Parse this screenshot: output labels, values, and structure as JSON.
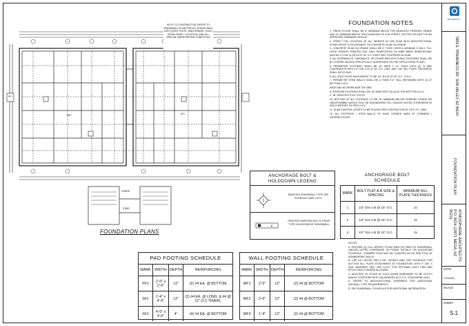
{
  "contractor_note": "NOTE TO CONTRACTOR: REFER TO SHEARWALL PLAN FOR ALL SHEAR WALL INFO (SOLE PLATE, ANCHORAGE, HOLD DOWN SIZES / LOCATION, AND ALL SPECIAL REINFORCING CONDITION)",
  "plan": {
    "title": "FOUNDATION PLANS",
    "labels": {
      "stairs": "STAIRS",
      "stair": "STAIR",
      "pf": "PF1",
      "wf": "WF1",
      "sf": "SF1"
    }
  },
  "foundation_notes": {
    "title": "FOUNDATION NOTES",
    "items": [
      "1. FINISH FLOOR SHALL BE 8\" MINIMUM ABOVE THE ADJACENT FINISHED GRADE AND 14\" MINIMUM ABOVE THE ELEVATION OF THE STREET, GUTTER OR INLET OF AN APPROVED DRAINAGE DEVICE.",
      "2. VERIFY THE LOCATION OF ALL INSERTS IN THE SLAB WITH ARCHITECTURAL PLANS PRIOR TO PLACEMENT OF CONCRETE SLAB ON GRADE.",
      "3. CONCRETE SLAB ON GRADE SHALL BE 4\" THICK OVER A MINIMUM 4\" AB.C. FILL OVER TERMITE-TREATED SOIL UNO. REINFORCED W/ WIRE MESH REINFORCING (6X6 W1.4 X W1.4) OR #3 AT 18\" O.C. EACH WAY CENTERED IN SLAB.",
      "4. ALL INTERWALLS, SIDEWALKS, OR OTHER ARCHITECTURAL FEATURES SHALL BE BY OTHERS UNLESS SPECIFICALLY ADDRESSED ON THE STRUCTURAL PLANS.",
      "5. PERIMETER FOOTINGS SHALL BE 24\" WIDE X 12\" THICK WITH (2) *4 BAR CONTINUOUS WITH 1/2\" DIA. A.B. AT 32\" O.C. UNO. MIN. THE SILL PLATE THICKNESS SHALL BE 2X UNO.",
      "6. ALL SOLE PLATE ANCHORAGE TO BE 1/2\" Ø A.B. AT 32\" O.C. U.N.O.",
      "7. PERIMETER STEM WALLS SHALL BE & THAN 2'-0\" TALL (RETAINING WITH (1) #* BOTTOM U.N.O.",
      "WIDE AND NO MORE BAR TOP AND",
      "8. INTERIOR FOOTINGS SHALL BE 16\" WIDE WITH (2) #4 AT THE BOTTOM U.N.O.",
      "9. \"⊠\" DENOTES 6\"X6\" POSTS.",
      "10. BOTTOM OF ALL FOOTINGS TO BE 18\" MINIMUM BELOW FINISHED GRADE ON UNDISTURBED NATIVE SOIL OR ENGINEERED FILL UNLESS NOTED OTHERWISE IN SOILS REPORT. AS PER U.S.N.",
      "11. SLAB CONTROL JOINTS TO BE PLACED PER CONTRACTOR AT 15-0\" O.C. MAX.",
      "12. ALL FOOTINGS / STEM WALLS TO HAVE CORNER BARS AT CORNERS / INTERSECTIONS."
    ]
  },
  "legend": {
    "title_line1": "ANCHORAGE BOLT &",
    "title_line2": "HOLDDOWN LEGENG",
    "rows": [
      {
        "symbol": "1",
        "text": "DENOTES SHEARWALL TYPE SEE SCHEDULE AND G.S.N."
      },
      {
        "symbol": "B",
        "text": "DENOTES SIMPSON BOLT & STRAP TYPE HOLDDOWN AT SHEARWALL"
      }
    ]
  },
  "anchor_schedule": {
    "title_line1": "ANCHORAGE BOLT",
    "title_line2": "SCHEDULE",
    "headers": [
      "MARK",
      "BOLT PLAT A.B SIZE & SPACING",
      "MINIMUM SILL PLATE THICKNESS"
    ],
    "rows": [
      {
        "mark": "1",
        "bolt": "1/2\" DIA A.B @ 16\" O.C.",
        "sill": "2x"
      },
      {
        "mark": "2",
        "bolt": "1/2\" DIA A.B @ 24\" O.C.",
        "sill": "2x"
      },
      {
        "mark": "3",
        "bolt": "1/2\" DIA A.B @ 32\" O.C.",
        "sill": "2x"
      }
    ],
    "notes": [
      "NOTES:",
      "A. PROVIDE (2) FULL-HEIGHT STUDS (MIN.) AT ENDS OF SHEARWALL UNLESS NOTED OTHERWISE ON PLANS, DETAILS, OR HOLDDOWN SCHEDULE. TRIMMER STUD MAY BE COUNTED AS AN END STUD AT NONBEARING WALLS.",
      "B. USE A.B. NOTED PER G.SN., DETAILS AND THIS SCHEDULE FOR BOTTOM SILL PLATE ATTACHMENT AT FOUNDATION. WITH 2\" DIA. X 3/16\" WASHERS UNO. SEE G.S.N. FOR OPTIONAL SHOT PINS AND EPOXY BOLTS WHERE ALLOWED.",
      "C. MULTIPLE 2X STUDS AT HOLD DOWN HARDWARE TO BE STITCH NAILED TOGETHER WITH 16d SINKERS AT 6\" O.C. STAGGERED UNO.",
      "D. REFER TO ARCHITECTURAL DRAWINGS FOR ADDITIONAL DRYWALL-TYPE REQUIREMENTS.",
      "E. SEE SHEARWALL SCHEDULE FOR ADDITIONAL INFORMATION."
    ]
  },
  "pad_schedule": {
    "title": "PAD FOOTING SCHEDULE",
    "headers": [
      "MARK",
      "WIDTH",
      "DEPTH",
      "REINFORCING"
    ],
    "rows": [
      {
        "mark": "PF1",
        "width": "2'-0\" x 2'-0\"",
        "depth": "12\"",
        "reinf": "(2) #4 EA. @ BOTTOM"
      },
      {
        "mark": "SF1",
        "width": "1'-4\" x 4'-0\"",
        "depth": "12\"",
        "reinf": "(2) #4 EA. @ LONG. & #4 @ 12\" O.C TRANS."
      },
      {
        "mark": "SF1",
        "width": "4'-0\" x 4'-0\"",
        "depth": "4\"",
        "reinf": "(4) #4 EA. @ BOTTOM"
      }
    ]
  },
  "wall_schedule": {
    "title": "WALL FOOTING SCHEDULE",
    "headers": [
      "MARK",
      "WIDTH",
      "DEPTH",
      "REINFORCING"
    ],
    "rows": [
      {
        "mark": "WF1",
        "width": "2'-0\"",
        "depth": "12\"",
        "reinf": "(2) #4 @ BOTTOM"
      },
      {
        "mark": "WF2",
        "width": "2'-0\"",
        "depth": "12\"",
        "reinf": "(2) #4 @ BOTTOM"
      },
      {
        "mark": "WF3",
        "width": "1'-4\"",
        "depth": "12\"",
        "reinf": "(2) #4 @ BOTTOM"
      }
    ]
  },
  "title_block": {
    "logo_text": "atmosphere",
    "address": "5859 E. PREAKNESS DR. SUN VALLEY, AZ 86140",
    "sheet_title": "FOUNDATION PLAN",
    "firm": "ATMOSPHERE ARCHITECTS P.O. BOX 12871 MESA, AZ 85211",
    "date_label": "DATE:",
    "date": "7/13/2023",
    "scale_label": "SCALE:",
    "sheet_label": "SHEET:",
    "sheet_number": "S.1"
  }
}
